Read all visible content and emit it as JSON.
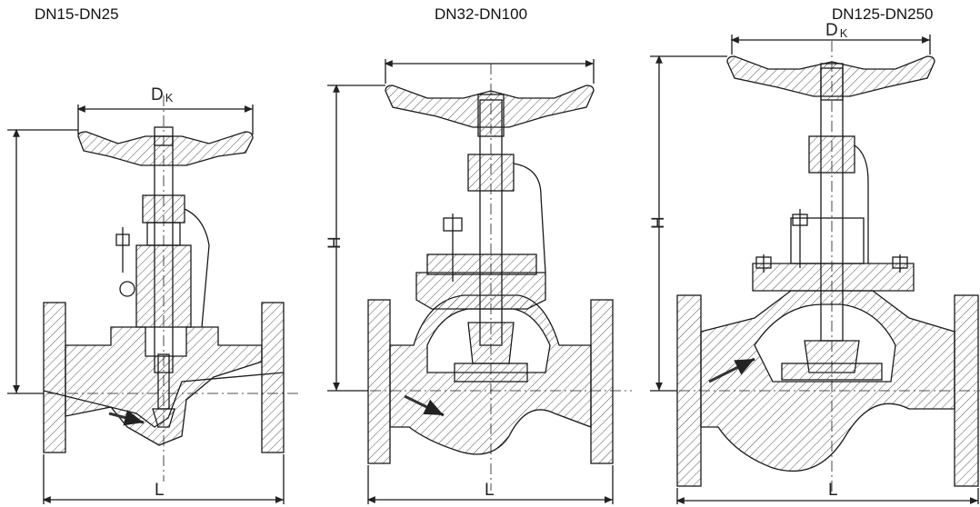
{
  "sizes": [
    "DN15-DN25",
    "DN32-DN100",
    "DN125-DN250"
  ],
  "dims": {
    "handwheel": "D",
    "handwheel_sub": "K",
    "height": "H",
    "length": "L"
  },
  "colors": {
    "line": "#1a1a1a",
    "hatch": "#555555",
    "arrow": "#333333"
  }
}
